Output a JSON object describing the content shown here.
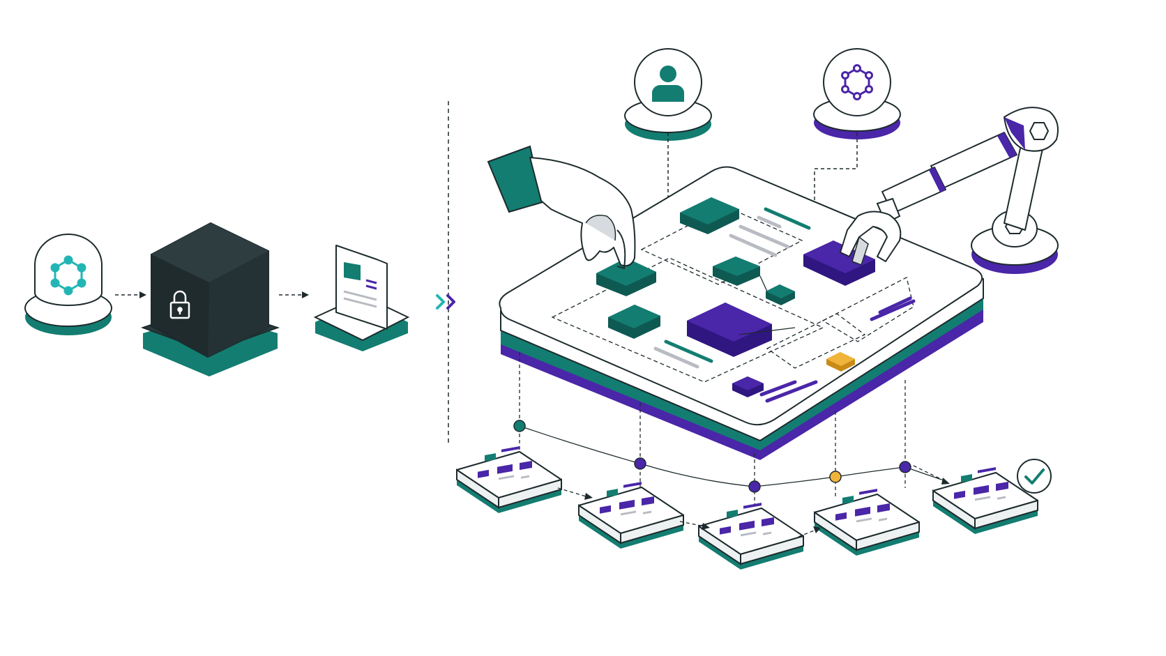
{
  "colors": {
    "background": "#ffffff",
    "teal": "#137d71",
    "teal_light": "#23b5b5",
    "purple": "#4a26a8",
    "amber": "#f1b43a",
    "dark_box": "#1f2b2d",
    "line": "#1d2a2d",
    "gray": "#b8bcc2"
  },
  "icons": {
    "source_node": "network-hexagon-icon",
    "vault": "lock-icon",
    "document": "document-icon",
    "transition": "double-chevron-icon",
    "human": "person-icon",
    "model": "network-hexagon-icon",
    "hand": "human-hand-icon",
    "robot": "robot-arm-icon",
    "done": "checkmark-icon"
  },
  "pipeline": {
    "left_stages": [
      "source-node",
      "secure-vault",
      "document-card"
    ],
    "timeline_markers": [
      "teal",
      "purple",
      "purple",
      "amber",
      "purple"
    ],
    "output_cards": 5,
    "final_state": "checkmark"
  }
}
